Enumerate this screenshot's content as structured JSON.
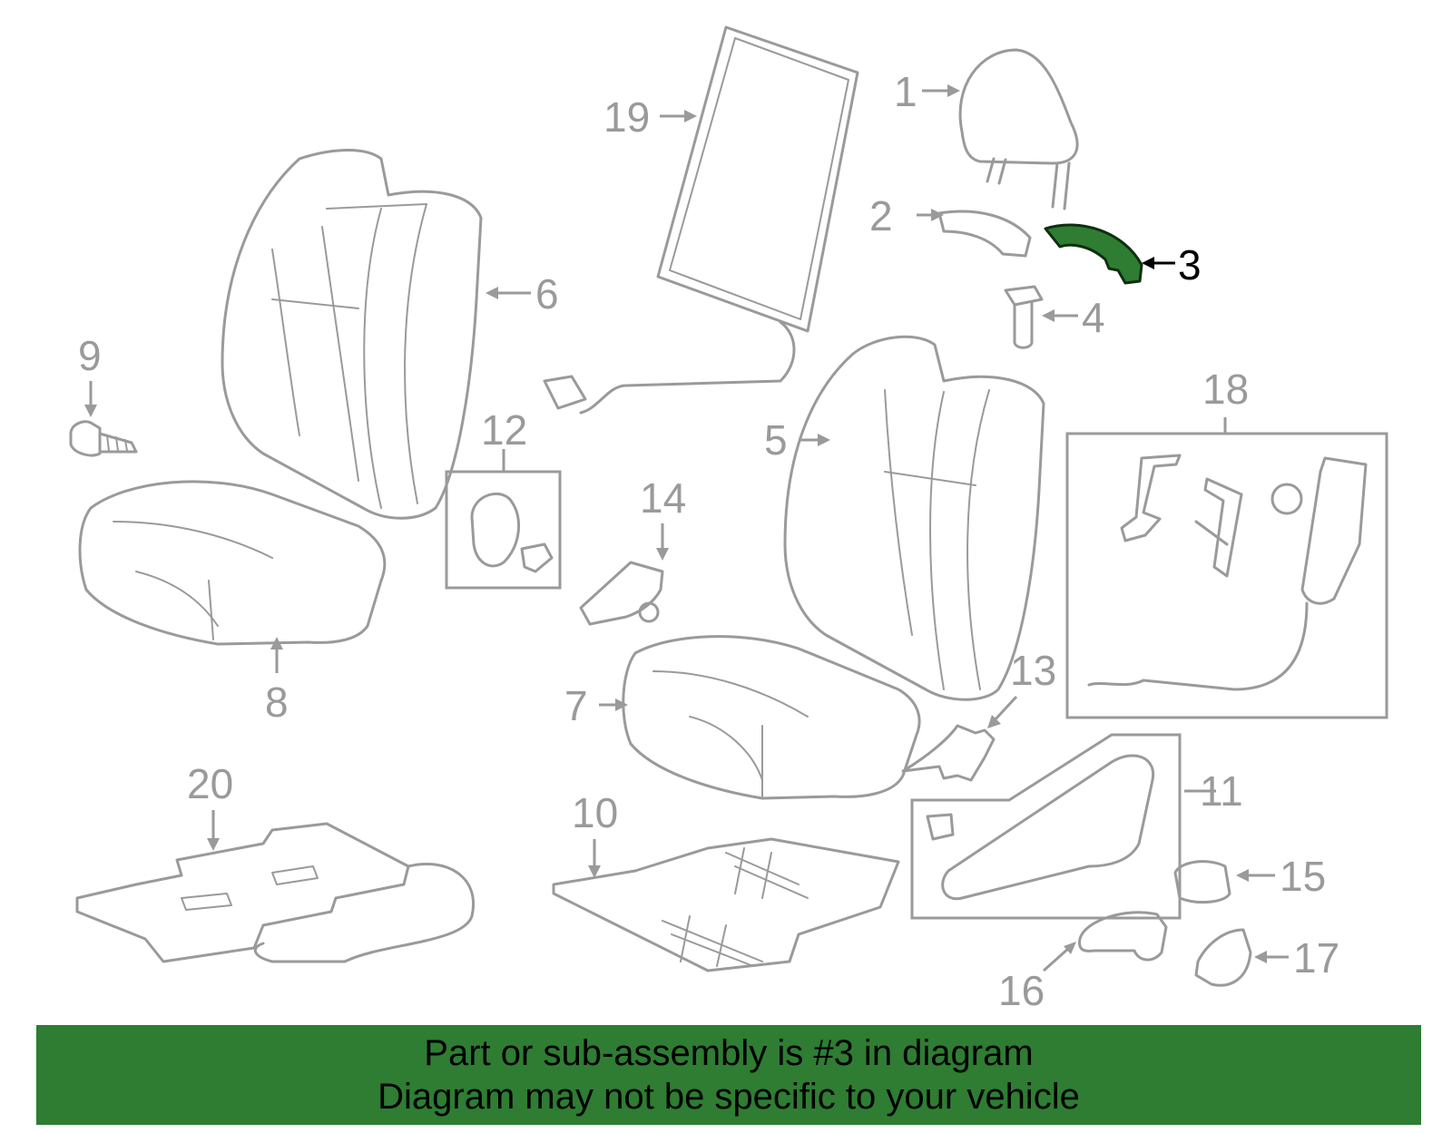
{
  "diagram": {
    "highlighted_part": "3",
    "highlight_color": "#2e7d32",
    "line_color": "#9a9a9a",
    "callouts": {
      "c1": "1",
      "c2": "2",
      "c3": "3",
      "c4": "4",
      "c5": "5",
      "c6": "6",
      "c7": "7",
      "c8": "8",
      "c9": "9",
      "c10": "10",
      "c11": "11",
      "c12": "12",
      "c13": "13",
      "c14": "14",
      "c15": "15",
      "c16": "16",
      "c17": "17",
      "c18": "18",
      "c19": "19",
      "c20": "20"
    }
  },
  "banner": {
    "line1": "Part or sub-assembly is #3 in diagram",
    "line2": "Diagram may not be specific to your vehicle",
    "background": "#2e7d32"
  }
}
